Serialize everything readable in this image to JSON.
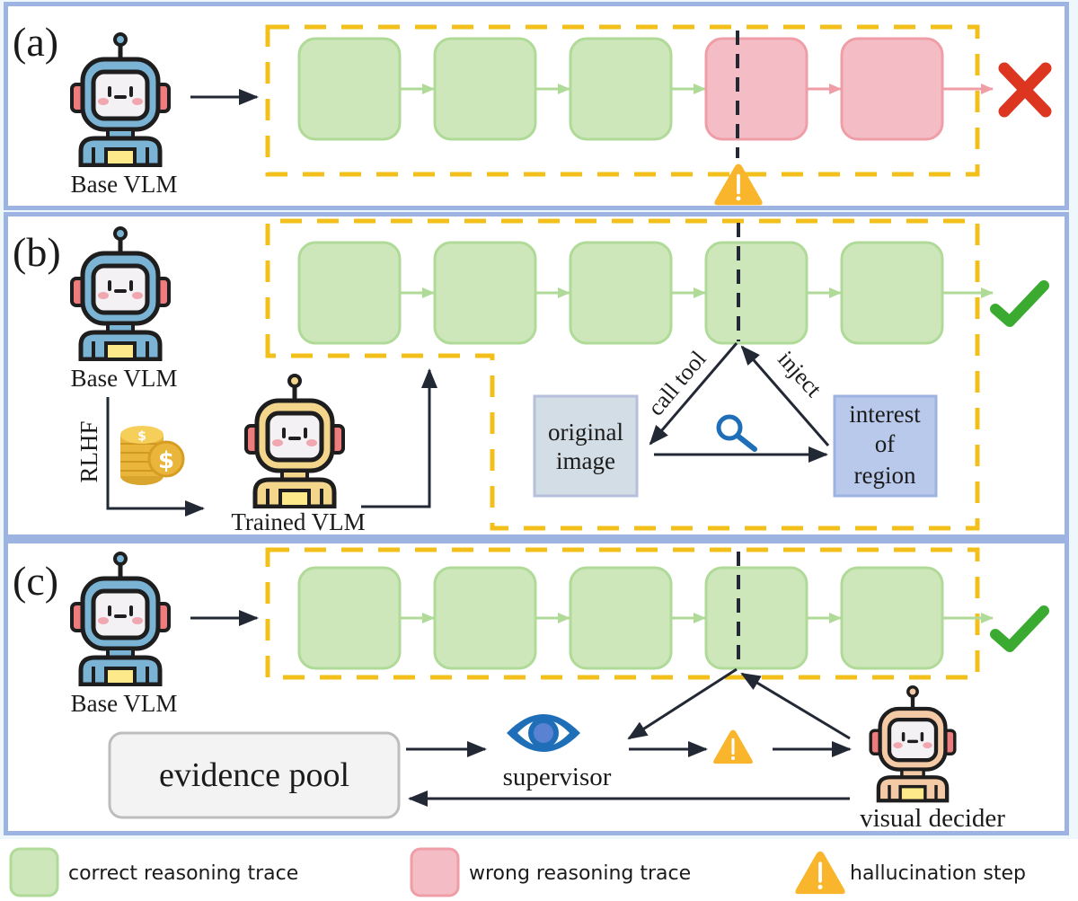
{
  "panels": {
    "a": {
      "label": "(a)",
      "agent_label": "Base VLM",
      "steps": [
        "correct",
        "correct",
        "correct",
        "wrong",
        "wrong"
      ],
      "outcome": "cross-icon",
      "hallucination_marker": "warning-icon"
    },
    "b": {
      "label": "(b)",
      "agent_label": "Base VLM",
      "training_label": "RLHF",
      "trained_agent_label": "Trained VLM",
      "steps": [
        "correct",
        "correct",
        "correct",
        "correct",
        "correct"
      ],
      "outcome": "check-icon",
      "tool_call_label": "call tool",
      "inject_label": "inject",
      "original_image_label": [
        "original",
        "image"
      ],
      "region_label": [
        "interest",
        "of",
        "region"
      ]
    },
    "c": {
      "label": "(c)",
      "agent_label": "Base VLM",
      "steps": [
        "correct",
        "correct",
        "correct",
        "correct",
        "correct"
      ],
      "outcome": "check-icon",
      "evidence_pool_label": "evidence pool",
      "supervisor_label": "supervisor",
      "decider_label": "visual decider"
    }
  },
  "legend": {
    "correct": "correct reasoning trace",
    "wrong": "wrong reasoning trace",
    "hallucination": "hallucination step"
  },
  "colors": {
    "correct_fill": "#cde7bb",
    "correct_stroke": "#b0da98",
    "wrong_fill": "#f4bdc5",
    "wrong_stroke": "#ef9ea8",
    "dash_box": "#f3c01b",
    "panel_border": "#9db3e2",
    "warning": "#f9b52c",
    "cross": "#dc3621",
    "check": "#3aab30",
    "arrow": "#222834"
  }
}
